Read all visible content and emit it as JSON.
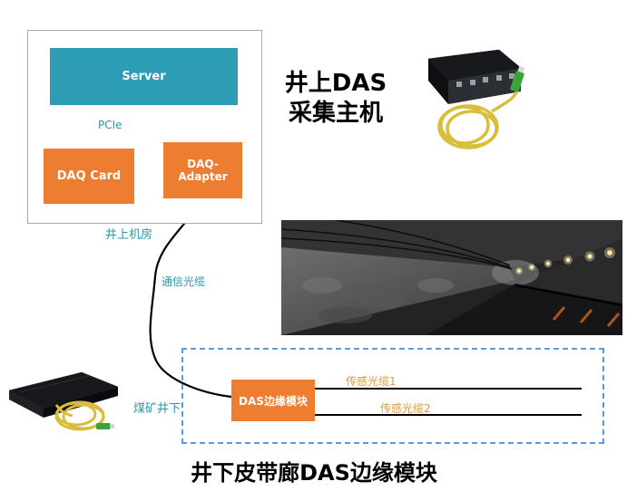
{
  "surface_room": {
    "room_label": "井上机房",
    "server": "Server",
    "pcie": "PCIe",
    "daq_card": "DAQ Card",
    "daq_adapter": "DAQ-Adapter"
  },
  "headings": {
    "surface_title_line1": "井上DAS",
    "surface_title_line2": "采集主机",
    "bottom_title": "井下皮带廊DAS边缘模块"
  },
  "labels": {
    "comm_cable": "通信光缆",
    "mine_site": "煤矿井下",
    "edge_module": "DAS边缘模块",
    "sensing_cable_1": "传感光缆1",
    "sensing_cable_2": "传感光缆2"
  },
  "images": {
    "das_host_photo": "das-interrogator-device-photo",
    "tunnel_photo": "belt-corridor-tunnel-photo",
    "edge_device_photo": "das-edge-module-device-photo"
  },
  "colors": {
    "teal": "#2C9DB5",
    "orange": "#EC7D31",
    "teal_text": "#2E96AC",
    "dash_border": "#5B9BD5",
    "sensing_label": "#DE9B3C",
    "cable": "#000000",
    "bus_line": "#F0A173",
    "title_text": "#000000"
  }
}
